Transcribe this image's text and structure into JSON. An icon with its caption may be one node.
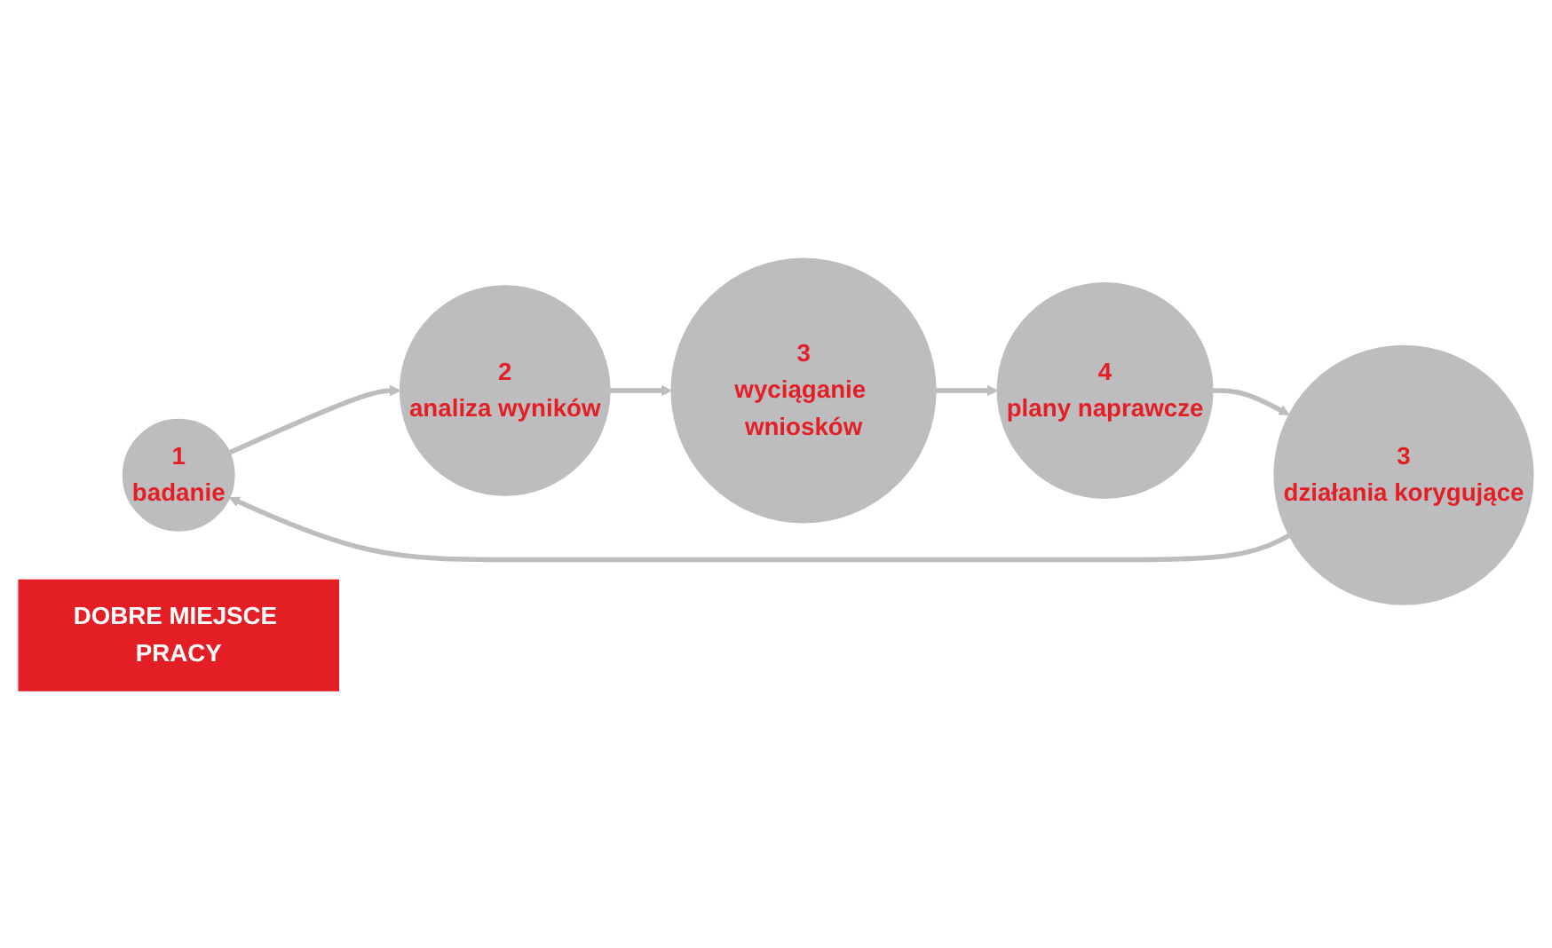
{
  "diagram": {
    "nodes": [
      {
        "text": [
          "1",
          "badanie"
        ]
      },
      {
        "text": [
          "2",
          "analiza wyników"
        ]
      },
      {
        "text": [
          "3",
          "wyciąganie wniosków"
        ]
      },
      {
        "text": [
          "4",
          "plany naprawcze"
        ]
      },
      {
        "text": [
          "3",
          "działania korygujące"
        ]
      },
      {
        "text": [
          "DOBRE MIEJSCE PRACY"
        ]
      }
    ],
    "edges": [
      {
        "from": 0,
        "to": 1,
        "arrow": "to"
      },
      {
        "from": 1,
        "to": 2,
        "arrow": "to"
      },
      {
        "from": 2,
        "to": 3,
        "arrow": "to"
      },
      {
        "from": 3,
        "to": 4,
        "arrow": "to"
      },
      {
        "from": 4,
        "to": 0,
        "arrow": "to"
      }
    ]
  }
}
